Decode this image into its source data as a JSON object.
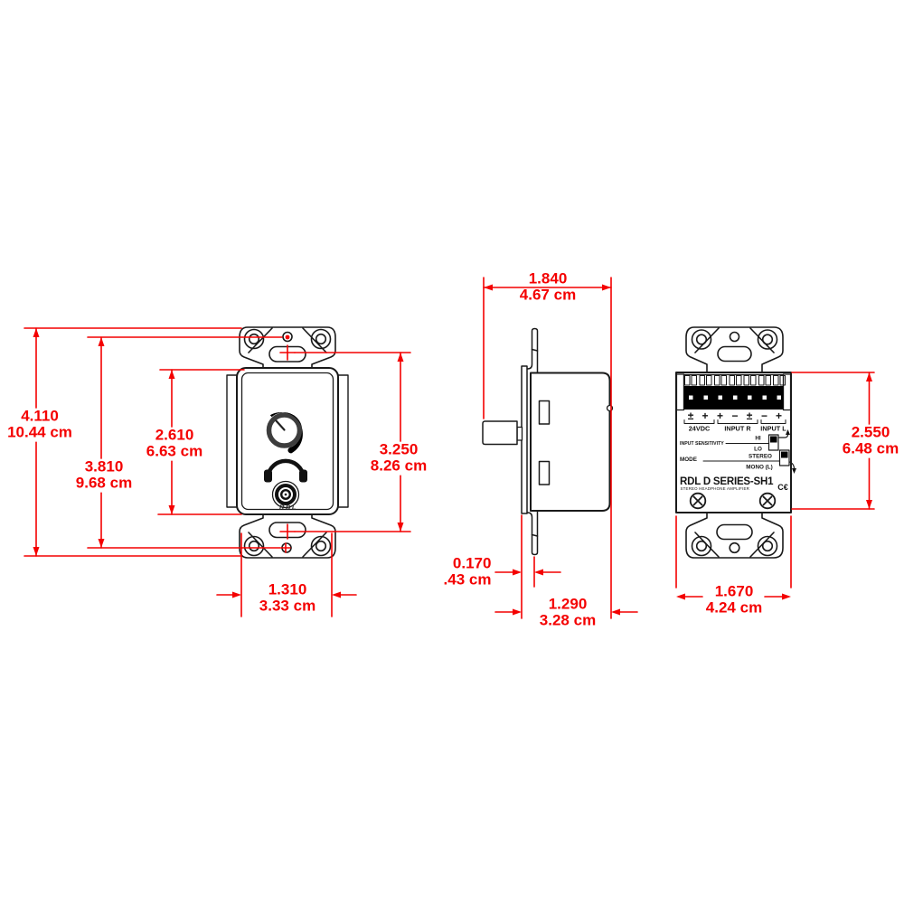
{
  "views": {
    "front": {
      "brand_logo": "RDL"
    },
    "back": {
      "terminals": [
        "±",
        "+",
        "+",
        "−",
        "±",
        "−",
        "+"
      ],
      "groups": {
        "power": "24VDC",
        "input_r": "INPUT R",
        "input_l": "INPUT L"
      },
      "sensitivity": {
        "label": "INPUT SENSITIVITY",
        "hi": "HI",
        "lo": "LO"
      },
      "mode": {
        "label": "MODE",
        "stereo": "STEREO",
        "mono": "MONO (L)"
      },
      "product": "RDL D SERIES-SH1",
      "product_subtitle": "STEREO HEADPHONE AMPLIFIER",
      "ce_mark": "C€"
    }
  },
  "colors": {
    "dimension_red": "#f40000",
    "line_black": "#1a1a1a"
  },
  "dims": {
    "overall_height": {
      "in": "4.110",
      "cm": "10.44 cm"
    },
    "mount_hole_span": {
      "in": "3.810",
      "cm": "9.68 cm"
    },
    "opening_height": {
      "in": "2.610",
      "cm": "6.63 cm"
    },
    "slot_span": {
      "in": "3.250",
      "cm": "8.26 cm"
    },
    "front_width": {
      "in": "1.310",
      "cm": "3.33 cm"
    },
    "depth_overall": {
      "in": "1.840",
      "cm": "4.67 cm"
    },
    "plate_thickness": {
      "in": "0.170",
      "cm": ".43 cm"
    },
    "body_depth": {
      "in": "1.290",
      "cm": "3.28 cm"
    },
    "body_height": {
      "in": "2.550",
      "cm": "6.48 cm"
    },
    "body_width": {
      "in": "1.670",
      "cm": "4.24 cm"
    }
  }
}
